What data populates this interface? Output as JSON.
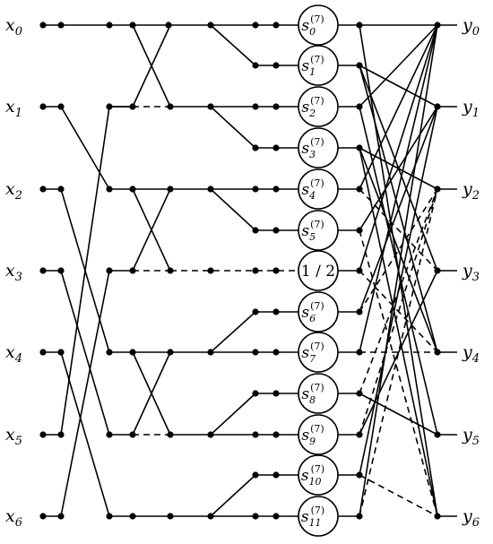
{
  "inputs": [
    {
      "base": "x",
      "index": "0"
    },
    {
      "base": "x",
      "index": "1"
    },
    {
      "base": "x",
      "index": "2"
    },
    {
      "base": "x",
      "index": "3"
    },
    {
      "base": "x",
      "index": "4"
    },
    {
      "base": "x",
      "index": "5"
    },
    {
      "base": "x",
      "index": "6"
    }
  ],
  "outputs": [
    {
      "base": "y",
      "index": "0"
    },
    {
      "base": "y",
      "index": "1"
    },
    {
      "base": "y",
      "index": "2"
    },
    {
      "base": "y",
      "index": "3"
    },
    {
      "base": "y",
      "index": "4"
    },
    {
      "base": "y",
      "index": "5"
    },
    {
      "base": "y",
      "index": "6"
    }
  ],
  "multipliers": [
    {
      "base": "s",
      "index": "0",
      "sup": "(7)"
    },
    {
      "base": "s",
      "index": "1",
      "sup": "(7)"
    },
    {
      "base": "s",
      "index": "2",
      "sup": "(7)"
    },
    {
      "base": "s",
      "index": "3",
      "sup": "(7)"
    },
    {
      "base": "s",
      "index": "4",
      "sup": "(7)"
    },
    {
      "base": "s",
      "index": "5",
      "sup": "(7)"
    },
    {
      "text": "1 / 2"
    },
    {
      "base": "s",
      "index": "6",
      "sup": "(7)"
    },
    {
      "base": "s",
      "index": "7",
      "sup": "(7)"
    },
    {
      "base": "s",
      "index": "8",
      "sup": "(7)"
    },
    {
      "base": "s",
      "index": "9",
      "sup": "(7)"
    },
    {
      "base": "s",
      "index": "10",
      "sup": "(7)"
    },
    {
      "base": "s",
      "index": "11",
      "sup": "(7)"
    }
  ]
}
